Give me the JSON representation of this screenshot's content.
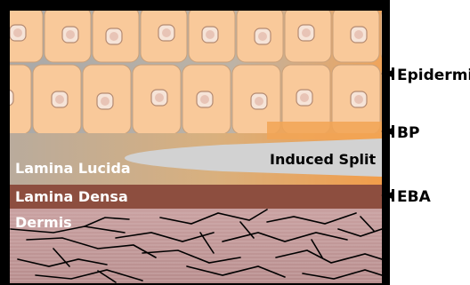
{
  "labels": {
    "epidermis": "Epidermis",
    "bp": "BP",
    "eba": "EBA",
    "lamina_lucida": "Lamina Lucida",
    "lamina_densa": "Lamina Densa",
    "dermis": "Dermis",
    "induced_split": "Induced Split"
  },
  "colors": {
    "frame": "#000000",
    "cell_fill": "#f9c99a",
    "cell_stroke": "#c9a07a",
    "nucleus_fill": "#f6e4d8",
    "nucleus_inner": "#e8c4b6",
    "gap": "#b8b8b8",
    "lamina_lucida": "#c6b8a8",
    "split_fill": "#d4d4d4",
    "lamina_densa": "#8d4e3f",
    "dermis": "#c8a0a0",
    "fiber": "#000000"
  }
}
